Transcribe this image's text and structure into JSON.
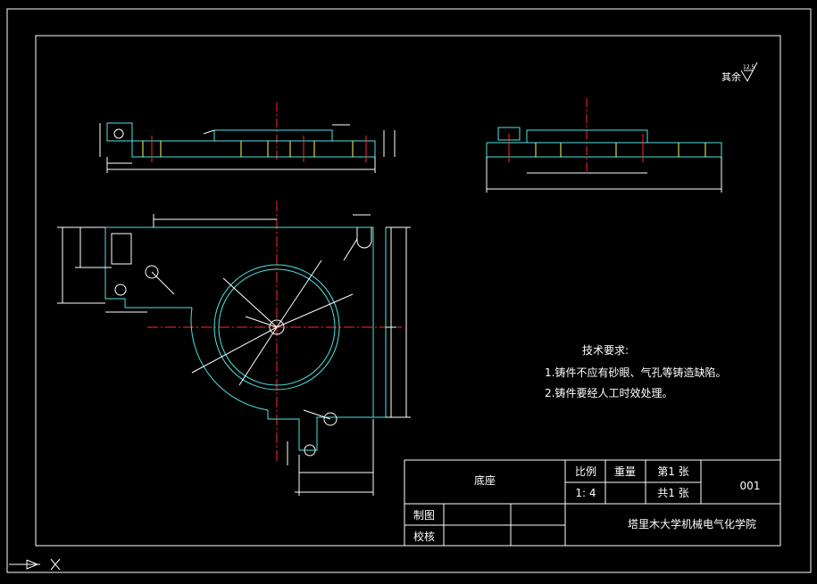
{
  "roughness": {
    "prefix": "其余",
    "value": "12.5"
  },
  "tech_requirements": {
    "title": "技术要求:",
    "items": [
      "1.铸件不应有砂眼、气孔等铸造缺陷。",
      "2.铸件要经人工时效处理。"
    ]
  },
  "title_block": {
    "part_name": "底座",
    "scale_label": "比例",
    "weight_label": "重量",
    "sheet_label": "第1 张",
    "scale_value": "1: 4",
    "total_label": "共1 张",
    "drawing_no": "001",
    "drawn_by_label": "制图",
    "checked_by_label": "校核",
    "organization": "塔里木大学机械电气化学院"
  },
  "colors": {
    "outline": "#4fe3e3",
    "dimension": "#ffffff",
    "centerline": "#ff2a2a",
    "hidden": "#ffff55",
    "frame": "#ffffff"
  }
}
